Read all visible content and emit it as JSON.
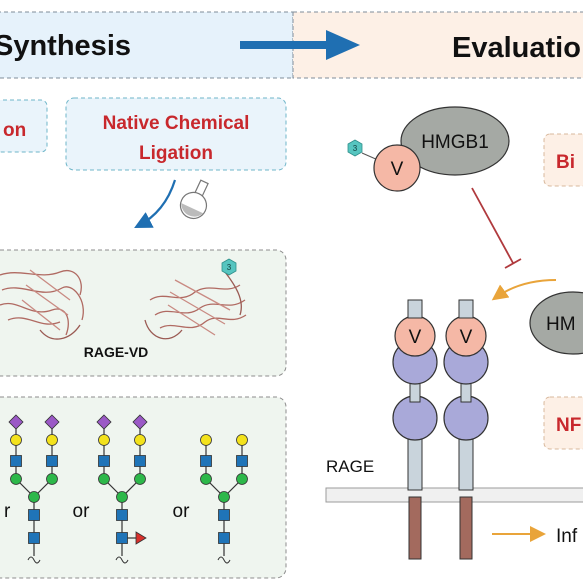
{
  "header": {
    "left_title": "Synthesis",
    "right_title": "Evaluatio"
  },
  "methods": {
    "left_box_text": "on",
    "ncl_line1": "Native Chemical",
    "ncl_line2": "Ligation"
  },
  "protein": {
    "label": "RAGE-VD",
    "tag": "3"
  },
  "glycans": {
    "sep1": "r",
    "sep2": "or",
    "sep3": "or"
  },
  "evaluation": {
    "ligand_top": "HMGB1",
    "v_label": "V",
    "tag": "3",
    "ligand_right": "HM",
    "assay_top": "Bi",
    "assay_bottom": "NF",
    "receptor_label": "RAGE",
    "domain_v1": "V",
    "domain_v2": "V",
    "legend_text": "Inf"
  },
  "colors": {
    "synthesis_bg": "#e6f2fb",
    "evaluation_bg": "#fdf0e6",
    "red_text": "#c8282d",
    "blue_arrow": "#1f6fb2",
    "v_domain": "#f5b8a6",
    "c_domain": "#a9a9d9",
    "hmgb1": "#a5a9a4",
    "orange_arrow": "#e9a43a",
    "inhibit": "#b03a3e",
    "tag_teal": "#56c5c0"
  }
}
